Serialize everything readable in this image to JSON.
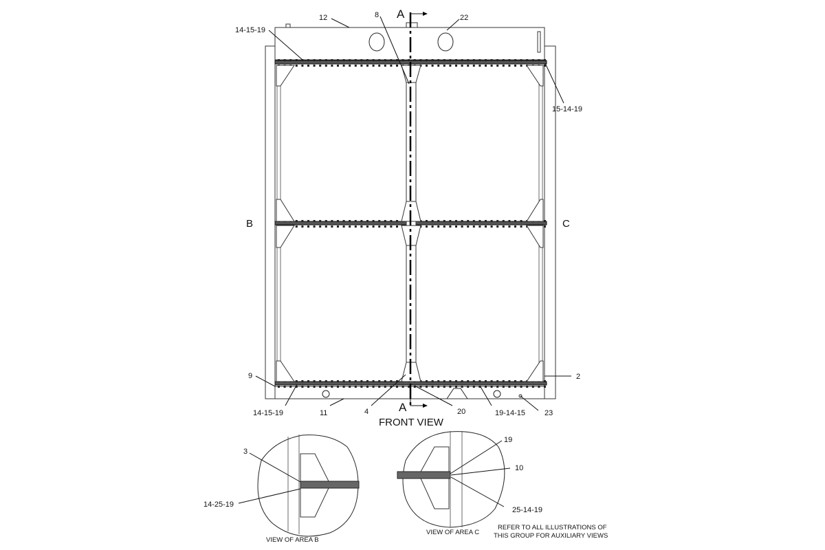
{
  "diagram": {
    "section_marker_top": "A",
    "section_marker_bottom": "A",
    "side_marker_left": "B",
    "side_marker_right": "C",
    "front_view_title": "FRONT VIEW",
    "callouts": {
      "top_tank": "12",
      "center_post_top": "8",
      "top_plug": "22",
      "top_left_bolts": "14-15-19",
      "top_right_bolts": "15-14-19",
      "left_bottom_bracket": "9",
      "right_bottom_bracket": "2",
      "bottom_left_bolts": "14-15-19",
      "bottom_tank": "11",
      "center_post_bottom": "4",
      "center_bottom_bolt": "20",
      "bottom_right_bolts": "19-14-15",
      "bottom_plug": "23"
    },
    "detail_b": {
      "title": "VIEW OF AREA  B",
      "callout_upper": "3",
      "callout_lower": "14-25-19"
    },
    "detail_c": {
      "title": "VIEW OF AREA C",
      "callout_upper": "19",
      "callout_middle": "10",
      "callout_lower": "25-14-19"
    },
    "note_line1": "REFER TO ALL ILLUSTRATIONS OF",
    "note_line2": "THIS GROUP FOR AUXILIARY VIEWS"
  }
}
